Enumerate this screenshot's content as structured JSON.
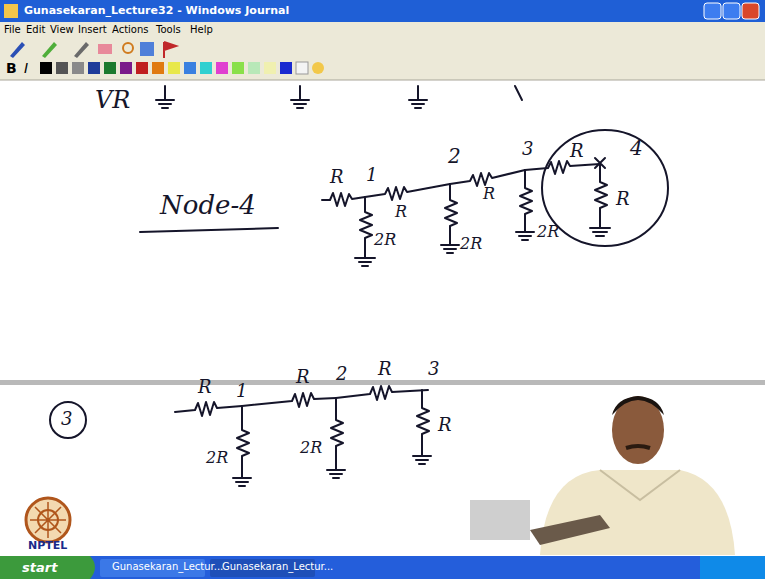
{
  "diagram": {
    "nodes": [
      {
        "text": [
          "R",
          "4",
          "R"
        ]
      },
      {
        "text": [
          "3"
        ]
      }
    ],
    "labels": [
      "Gunasekaran_Lecture32 - Windows Journal",
      "File",
      "Edit",
      "View",
      "Insert",
      "Actions",
      "Tools",
      "Help",
      "B",
      "I",
      "VR",
      "Node-4",
      "R",
      "1",
      "2",
      "R",
      "R",
      "3",
      "2R",
      "2R",
      "2R",
      "R",
      "1",
      "R",
      "2",
      "R",
      "3",
      "2R",
      "2R",
      "R",
      "NPTEL",
      "start",
      "Gunasekaran_Lectur...",
      "Gunasekaran_Lectur..."
    ]
  }
}
